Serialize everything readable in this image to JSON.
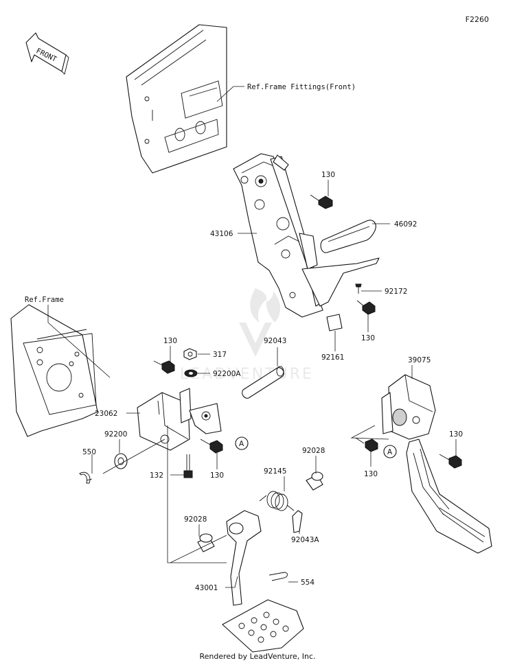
{
  "diagram_code": "F2260",
  "front_arrow": "FRONT",
  "watermark": "LEADVENTURE",
  "footer": "Rendered by LeadVenture, Inc.",
  "refs": {
    "frame_fittings": "Ref.Frame Fittings(Front)",
    "frame": "Ref.Frame"
  },
  "callout_A": "A",
  "parts": {
    "p130_top": "130",
    "p46092": "46092",
    "p43106": "43106",
    "p92172": "92172",
    "p130_mid": "130",
    "p92161": "92161",
    "p130_left": "130",
    "p317": "317",
    "p92043": "92043",
    "p92200A": "92200A",
    "p23062": "23062",
    "p92200": "92200",
    "p550": "550",
    "p132": "132",
    "p130_low": "130",
    "p92028_r": "92028",
    "p92145": "92145",
    "p92028_l": "92028",
    "p92043A": "92043A",
    "p554": "554",
    "p43001": "43001",
    "p39075": "39075",
    "p130_pedal_r": "130",
    "p130_pedal_l": "130"
  }
}
